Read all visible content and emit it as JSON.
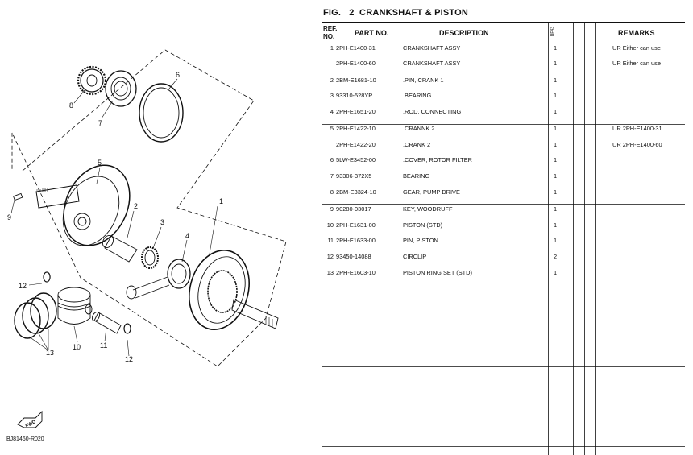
{
  "diagram": {
    "callouts": [
      "1",
      "2",
      "3",
      "4",
      "5",
      "6",
      "7",
      "8",
      "9",
      "10",
      "11",
      "12",
      "12",
      "13"
    ],
    "fwd_label": "FWD",
    "code": "BJ81460-R020"
  },
  "figure": {
    "fig_label": "FIG.",
    "number": "2",
    "title": "CRANKSHAFT & PISTON"
  },
  "table": {
    "headers": {
      "ref_line1": "REF.",
      "ref_line2": "NO.",
      "part_no": "PART NO.",
      "description": "DESCRIPTION",
      "model_code": "BF43",
      "remarks": "REMARKS"
    },
    "rows": [
      {
        "ref": "1",
        "part_no": "2PH-E1400-31",
        "description": "CRANKSHAFT ASSY",
        "qty": "1",
        "remarks": "UR Either can use"
      },
      {
        "ref": "",
        "part_no": "2PH-E1400-60",
        "description": "CRANKSHAFT ASSY",
        "qty": "1",
        "remarks": "UR Either can use"
      },
      {
        "ref": "2",
        "part_no": "2BM-E1681-10",
        "description": ".PIN, CRANK 1",
        "qty": "1",
        "remarks": ""
      },
      {
        "ref": "3",
        "part_no": "93310-528YP",
        "description": ".BEARING",
        "qty": "1",
        "remarks": ""
      },
      {
        "ref": "4",
        "part_no": "2PH-E1651-20",
        "description": ".ROD, CONNECTING",
        "qty": "1",
        "remarks": ""
      },
      {
        "ref": "5",
        "part_no": "2PH-E1422-10",
        "description": ".CRANNK 2",
        "qty": "1",
        "remarks": "UR 2PH-E1400-31"
      },
      {
        "ref": "",
        "part_no": "2PH-E1422-20",
        "description": ".CRANK 2",
        "qty": "1",
        "remarks": "UR 2PH-E1400-60"
      },
      {
        "ref": "6",
        "part_no": "5LW-E3452-00",
        "description": ".COVER, ROTOR FILTER",
        "qty": "1",
        "remarks": ""
      },
      {
        "ref": "7",
        "part_no": "93306-372X5",
        "description": "BEARING",
        "qty": "1",
        "remarks": ""
      },
      {
        "ref": "8",
        "part_no": "2BM-E3324-10",
        "description": "GEAR, PUMP DRIVE",
        "qty": "1",
        "remarks": ""
      },
      {
        "ref": "9",
        "part_no": "90280-03017",
        "description": "KEY, WOODRUFF",
        "qty": "1",
        "remarks": ""
      },
      {
        "ref": "10",
        "part_no": "2PH-E1631-00",
        "description": "PISTON (STD)",
        "qty": "1",
        "remarks": ""
      },
      {
        "ref": "11",
        "part_no": "2PH-E1633-00",
        "description": "PIN, PISTON",
        "qty": "1",
        "remarks": ""
      },
      {
        "ref": "12",
        "part_no": "93450-14088",
        "description": "CIRCLIP",
        "qty": "2",
        "remarks": ""
      },
      {
        "ref": "13",
        "part_no": "2PH-E1603-10",
        "description": "PISTON RING SET (STD)",
        "qty": "1",
        "remarks": ""
      }
    ]
  }
}
